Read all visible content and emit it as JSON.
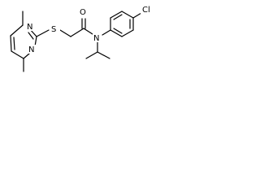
{
  "molecule": {
    "atoms": {
      "n_upper": "N",
      "n_lower": "N",
      "s": "S",
      "o": "O",
      "n_amide": "N",
      "cl": "Cl"
    }
  }
}
